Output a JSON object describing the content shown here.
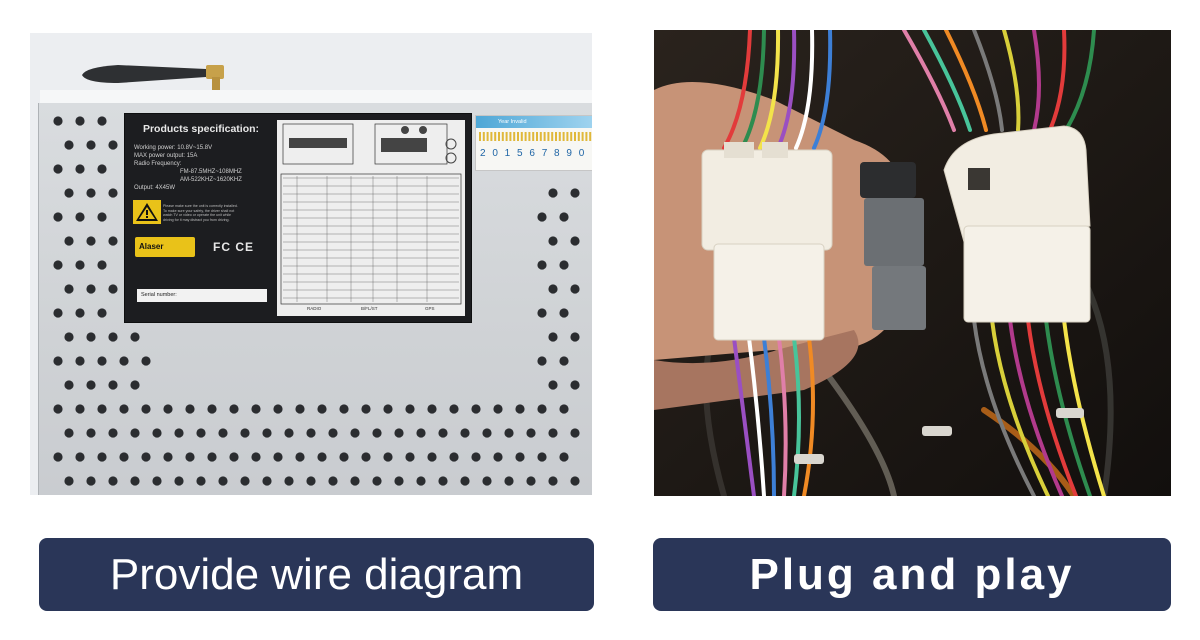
{
  "left_panel": {
    "label": {
      "title": "Products specification:",
      "specs": [
        "Working power: 10.8V~15.8V",
        "MAX power output: 15A",
        "Radio Frequency:",
        "FM-87.5MHZ~108MHZ",
        "AM-522KHZ~1620KHZ",
        "Output: 4X45W"
      ],
      "warning_lines": [
        "Please make sure the unit is correctly installed.",
        "To make sure your safety, the driver shall not",
        "watch TV or video or operate the unit while",
        "driving for it may distract you from driving."
      ],
      "brand": "Alaser",
      "certifications": "FC CE",
      "serial_label": "Serial number:",
      "diagram_footer": [
        "RADIO",
        "B/FL/ST",
        "GPS"
      ]
    },
    "sticker": {
      "header": "Year Invalid",
      "year_row": "2 0 1 5 6 7 8 9 0"
    }
  },
  "captions": {
    "left": "Provide wire diagram",
    "right": "Plug and play"
  },
  "colors": {
    "caption_background": "#2a3658",
    "caption_text": "#ffffff",
    "label_background": "#1c1d20",
    "brand_badge": "#e9c219",
    "connector_white": "#f2ede2",
    "connector_gray": "#6b6f73"
  }
}
